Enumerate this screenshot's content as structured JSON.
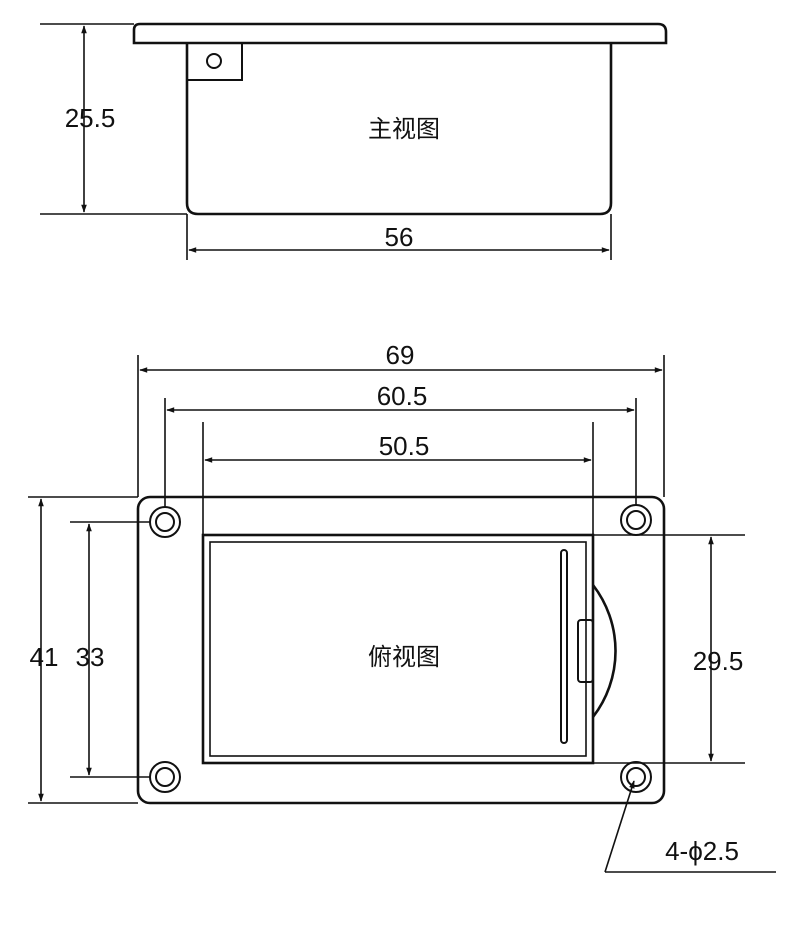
{
  "front_view": {
    "label": "主视图",
    "height_dim": "25.5",
    "width_dim": "56"
  },
  "top_view": {
    "label": "俯视图",
    "overall_width_dim": "69",
    "hole_spacing_dim": "60.5",
    "cavity_width_dim": "50.5",
    "overall_height_dim": "41",
    "hole_vertical_spacing_dim": "33",
    "cavity_height_dim": "29.5",
    "hole_callout": "4-ϕ2.5"
  }
}
